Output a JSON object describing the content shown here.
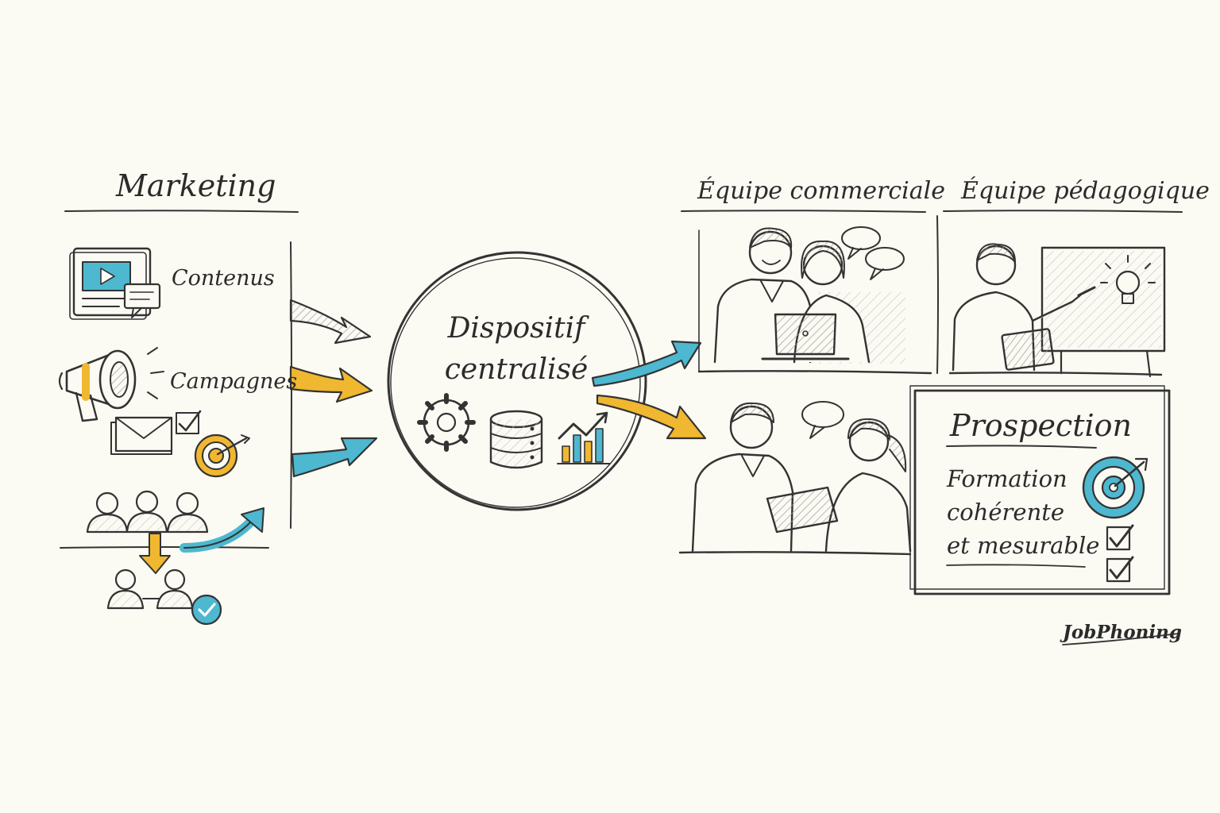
{
  "marketing": {
    "title": "Marketing",
    "items": [
      "Contenus",
      "Campagnes"
    ]
  },
  "center": {
    "line1": "Dispositif",
    "line2": "centralisé"
  },
  "teams": {
    "commercial": "Équipe commerciale",
    "pedagogique": "Équipe pédagogique"
  },
  "results": {
    "title": "Prospection",
    "lines": [
      "Formation",
      "cohérente",
      "et mesurable"
    ]
  },
  "brand": "JobPhoning",
  "icons": {
    "contenus": "video-content-icon",
    "campagnes": "megaphone-icon",
    "email": "envelope-icon",
    "target": "target-icon",
    "audience": "people-group-icon",
    "conversion": "conversion-check-icon",
    "gear": "gear-icon",
    "database": "database-icon",
    "chart": "growth-chart-icon",
    "lightbulb": "lightbulb-icon"
  },
  "colors": {
    "ink": "#2e2e2e",
    "blue": "#4db8cf",
    "yellow": "#f0b730",
    "paper": "#fbfaf3"
  }
}
